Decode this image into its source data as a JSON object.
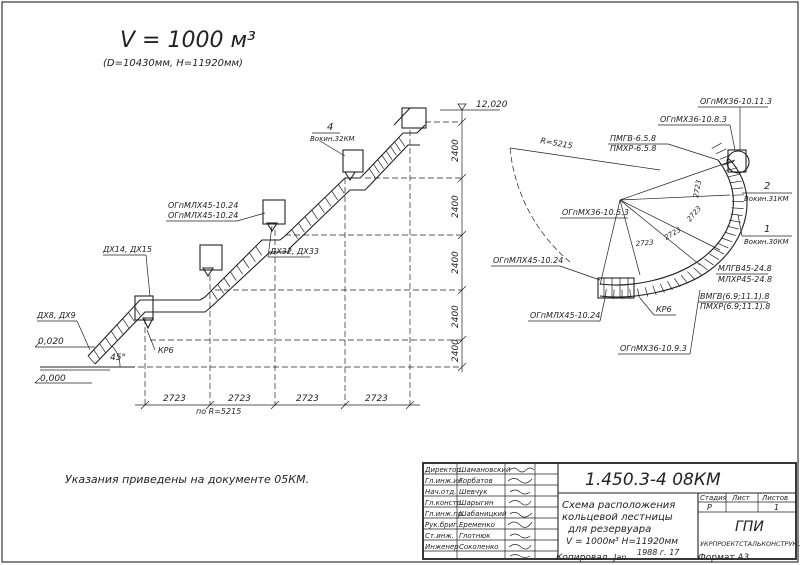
{
  "title": {
    "volume": "V = 1000 м³",
    "dims": "(D=10430мм, H=11920мм)"
  },
  "elevation": {
    "top_level": "12,020",
    "mid_level": "0,020",
    "base_level": "0,000",
    "angle": "45°",
    "heights": [
      "2400",
      "2400",
      "2400",
      "2400",
      "2400"
    ],
    "spans": [
      "2723",
      "2723",
      "2723",
      "2723"
    ],
    "radius_note": "по R=5215",
    "callout_4_num": "4",
    "callout_4_text": "Вокин.32КМ",
    "labels": {
      "dkh8": "ДХ8, ДХ9",
      "dkh14": "ДХ14, ДХ15",
      "dkh32": "ДХ32, ДХ33",
      "ogp1": "ОГпМЛХ45-10.24",
      "ogp2": "ОГпМЛХ45-10.24",
      "kr6": "КР6"
    }
  },
  "plan": {
    "radius": "R=5215",
    "callout_1_num": "1",
    "callout_1_text": "Вокин.30КМ",
    "callout_2_num": "2",
    "callout_2_text": "Вокин.31КМ",
    "labels": {
      "top1": "ОГпМХ36-10.11.3",
      "top2": "ОГпМХ36-10.8.3",
      "pmgv": "ПМГВ-6.5.8",
      "pmhr": "ПМХР-6.5.8",
      "ogp53": "ОГпМХ36-10.5.3",
      "ogp1024a": "ОГпМЛХ45-10.24",
      "ogp1024b": "ОГпМЛХ45-10.24",
      "mlgv": "МЛГВ45-24.8",
      "mlhr": "МЛХР45-24.8",
      "vmgv": "ВМГВ(6.9;11.1).8",
      "pmhr2": "ПМХР(6.9;11.1).8",
      "kr6": "КР6",
      "ogp93": "ОГпМХ36-10.9.3",
      "dim1": "2723",
      "dim2": "2723",
      "dim3": "2723",
      "dim4": "2723"
    }
  },
  "note": "Указания приведены на документе 05КМ.",
  "stamp": {
    "roles": [
      "Директор",
      "Гл.инж.ин.",
      "Нач.отд.",
      "Гл.констр.",
      "Гл.инж.пр.",
      "Рук.бриг.",
      "Ст.инж.",
      "Инженер"
    ],
    "names": [
      "Шамановский",
      "Горбатов",
      "Шевчук",
      "Шарыгин",
      "Шабаницкий",
      "Еременко",
      "Глотнюк",
      "Соколенко"
    ],
    "code": "1.450.3-4 08КМ",
    "description_1": "Схема расположения",
    "description_2": "кольцевой лестницы",
    "description_3": "для резервуара",
    "description_4": "V = 1000м³  H=11920мм",
    "stage_head": "Стадия",
    "sheet_head": "Лист",
    "sheets_head": "Листов",
    "stage_val": "Р",
    "sheet_val": "",
    "sheets_val": "1",
    "org": "ГПИ",
    "org_full": "УКРПРОЕКТСТАЛЬКОНСТРУКЦИЯ"
  },
  "footer": {
    "copied": "Копировал",
    "copied_sig": "Jan",
    "year": "1988 г. 17",
    "format": "Формат А3"
  }
}
